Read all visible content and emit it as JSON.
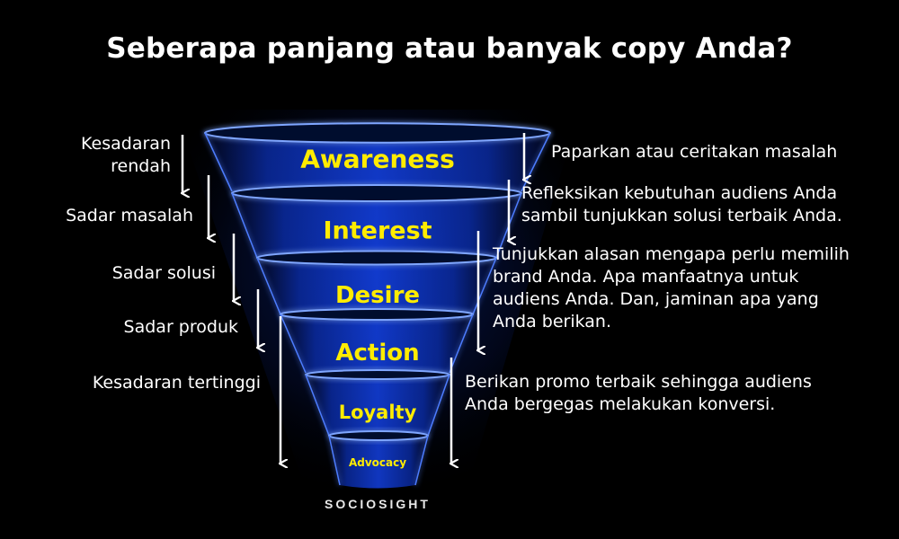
{
  "title": "Seberapa panjang atau banyak copy Anda?",
  "funnel": {
    "stages": [
      "Awareness",
      "Interest",
      "Desire",
      "Action",
      "Loyalty",
      "Advocacy"
    ]
  },
  "left_labels": [
    "Kesadaran\nrendah",
    "Sadar masalah",
    "Sadar solusi",
    "Sadar produk",
    "Kesadaran tertinggi"
  ],
  "right_labels": [
    "Paparkan atau ceritakan masalah",
    "Refleksikan kebutuhan audiens Anda\nsambil tunjukkan solusi terbaik Anda.",
    "Tunjukkan alasan mengapa perlu memilih\nbrand Anda. Apa manfaatnya untuk\naudiens Anda. Dan, jaminan apa yang\nAnda berikan.",
    "Berikan promo terbaik sehingga audiens\nAnda bergegas melakukan konversi."
  ],
  "brand": "SOCIOSIGHT",
  "colors": {
    "stage_text": "#ffec00",
    "funnel_glow": "#1a4dff",
    "background": "#000000"
  }
}
